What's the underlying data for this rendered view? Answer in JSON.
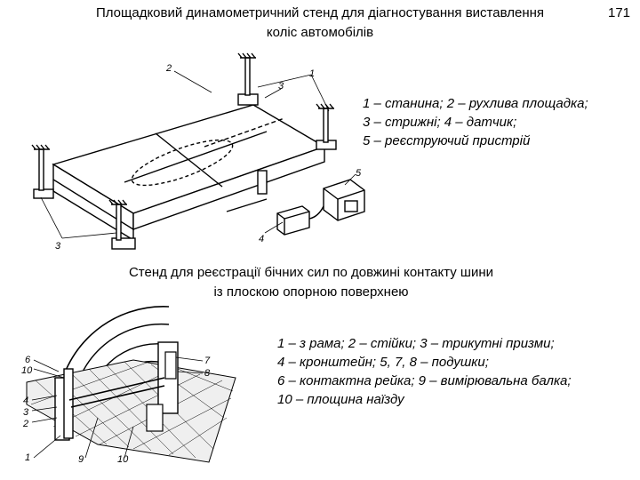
{
  "header": {
    "title_line1": "Площадковий динамометричний стенд для діагностування виставлення",
    "title_line2": "коліс автомобілів",
    "page_number": "171"
  },
  "figure1": {
    "labels": [
      "1",
      "2",
      "3",
      "3",
      "4",
      "5"
    ],
    "legend": [
      "1 – станина; 2 – рухлива площадка;",
      "3 – стрижні; 4 – датчик;",
      "5 – реєструючий пристрій"
    ]
  },
  "figure2": {
    "caption_line1": "Стенд для реєстрації бічних сил по довжині контакту шини",
    "caption_line2": "із плоскою опорною поверхнею",
    "labels": [
      "6",
      "10",
      "4",
      "3",
      "2",
      "1",
      "9",
      "10",
      "7",
      "8"
    ],
    "legend": [
      "1 – з рама; 2 – стійки; 3 – трикутні призми;",
      "4 – кронштейн; 5, 7, 8 – подушки;",
      "6 – контактна рейка; 9 – вимірювальна балка;",
      "10 – площина наїзду"
    ]
  }
}
